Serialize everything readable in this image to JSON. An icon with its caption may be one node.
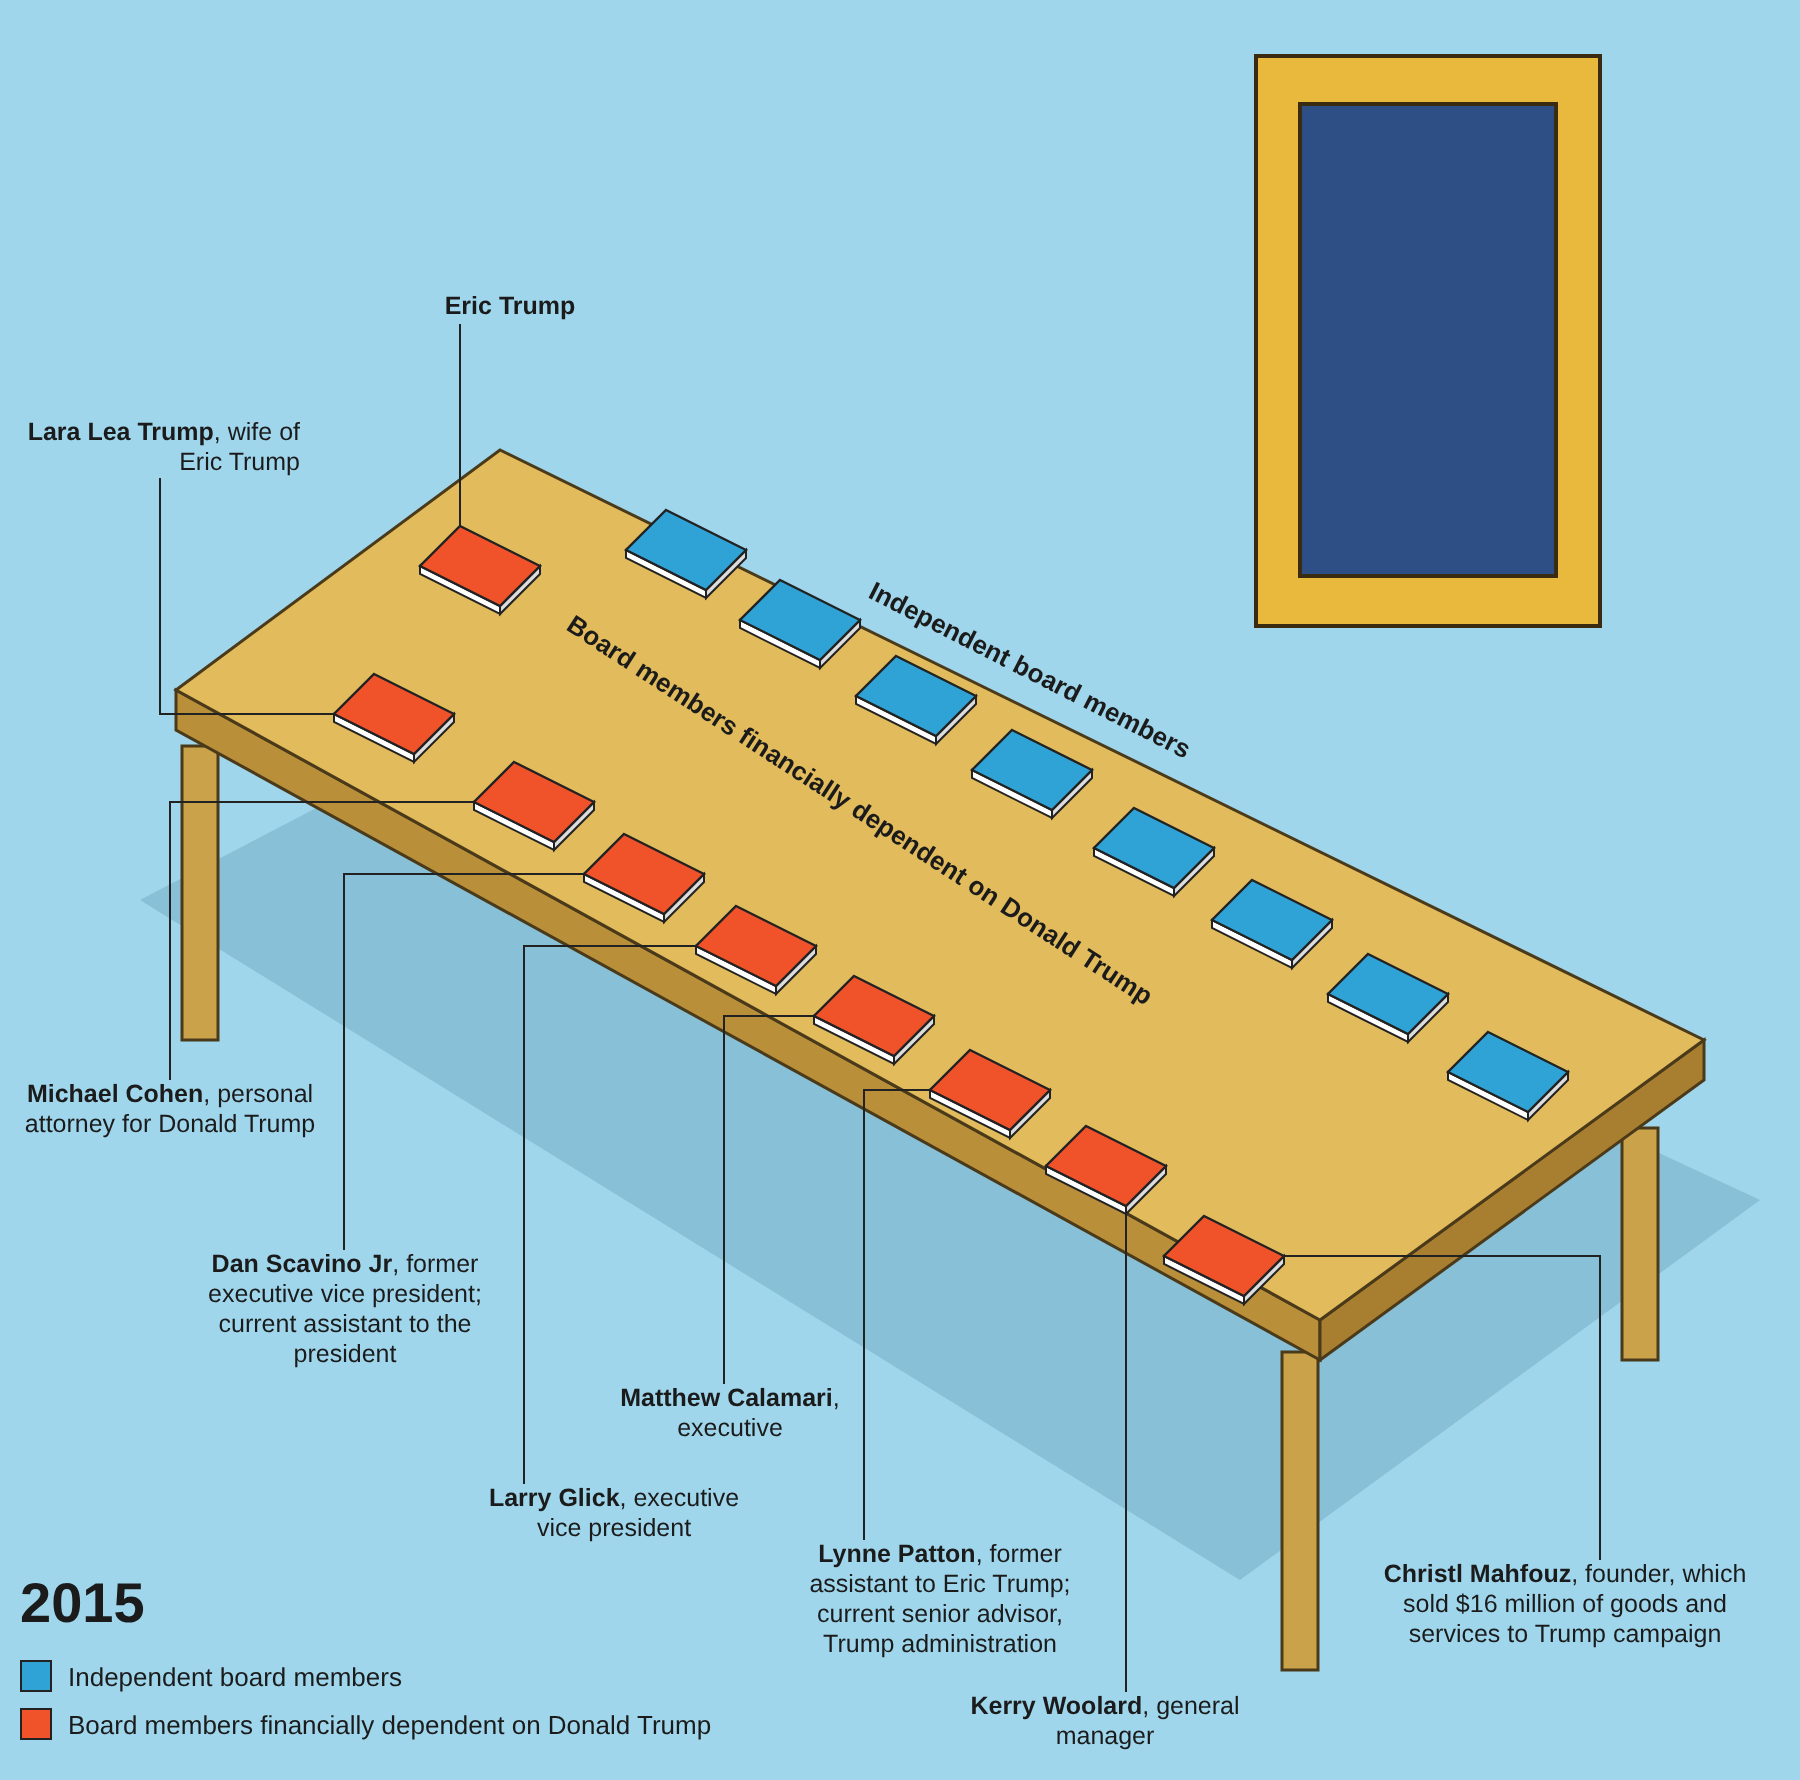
{
  "diagram": {
    "title": "2015",
    "nodes": [
      {
        "text": [
          "Eric Trump"
        ]
      },
      {
        "text": [
          "**Lara Lea Trump**, wife of Eric Trump"
        ]
      },
      {
        "text": [
          "**Michael Cohen**, personal attorney for Donald Trump"
        ]
      },
      {
        "text": [
          "**Dan Scavino Jr**, former executive vice president; current assistant to the president"
        ]
      },
      {
        "text": [
          "**Matthew Calamari**, executive"
        ]
      },
      {
        "text": [
          "**Larry Glick**, executive vice president"
        ]
      },
      {
        "text": [
          "**Lynne Patton**, former assistant to Eric Trump; current senior advisor, Trump administration"
        ]
      },
      {
        "text": [
          "**Kerry Woolard**, general manager"
        ]
      },
      {
        "text": [
          "**Christl Mahfouz**, founder, which sold $16 million of goods and services to Trump campaign"
        ]
      },
      {
        "text": [],
        "shape": "box"
      },
      {
        "text": [],
        "shape": "box"
      },
      {
        "text": [],
        "shape": "box"
      },
      {
        "text": [],
        "shape": "box"
      },
      {
        "text": [],
        "shape": "box"
      },
      {
        "text": [],
        "shape": "box"
      },
      {
        "text": [],
        "shape": "box"
      },
      {
        "text": [],
        "shape": "box"
      },
      {
        "text": [],
        "shape": "box"
      },
      {
        "text": [],
        "shape": "box"
      },
      {
        "text": [],
        "shape": "box"
      },
      {
        "text": [],
        "shape": "box"
      },
      {
        "text": [],
        "shape": "box"
      },
      {
        "text": [],
        "shape": "box"
      },
      {
        "text": [],
        "shape": "box"
      },
      {
        "text": [],
        "shape": "box"
      },
      {
        "text": [],
        "shape": "box"
      }
    ],
    "edges": [
      {
        "from": 0,
        "to": 9,
        "arrow": "none"
      },
      {
        "from": 1,
        "to": 10,
        "arrow": "none"
      },
      {
        "from": 2,
        "to": 11,
        "arrow": "none"
      },
      {
        "from": 3,
        "to": 12,
        "arrow": "none"
      },
      {
        "from": 5,
        "to": 13,
        "arrow": "none"
      },
      {
        "from": 4,
        "to": 14,
        "arrow": "none"
      },
      {
        "from": 6,
        "to": 15,
        "arrow": "none"
      },
      {
        "from": 7,
        "to": 16,
        "arrow": "none"
      },
      {
        "from": 8,
        "to": 17,
        "arrow": "none"
      }
    ],
    "labels": [
      "Independent board members",
      "Board members financially dependent on Donald Trump"
    ],
    "legend": [
      {
        "text": "Independent board members",
        "color": "#2fa3d6"
      },
      {
        "text": "Board members financially dependent on Donald Trump",
        "color": "#f0522a"
      }
    ]
  }
}
